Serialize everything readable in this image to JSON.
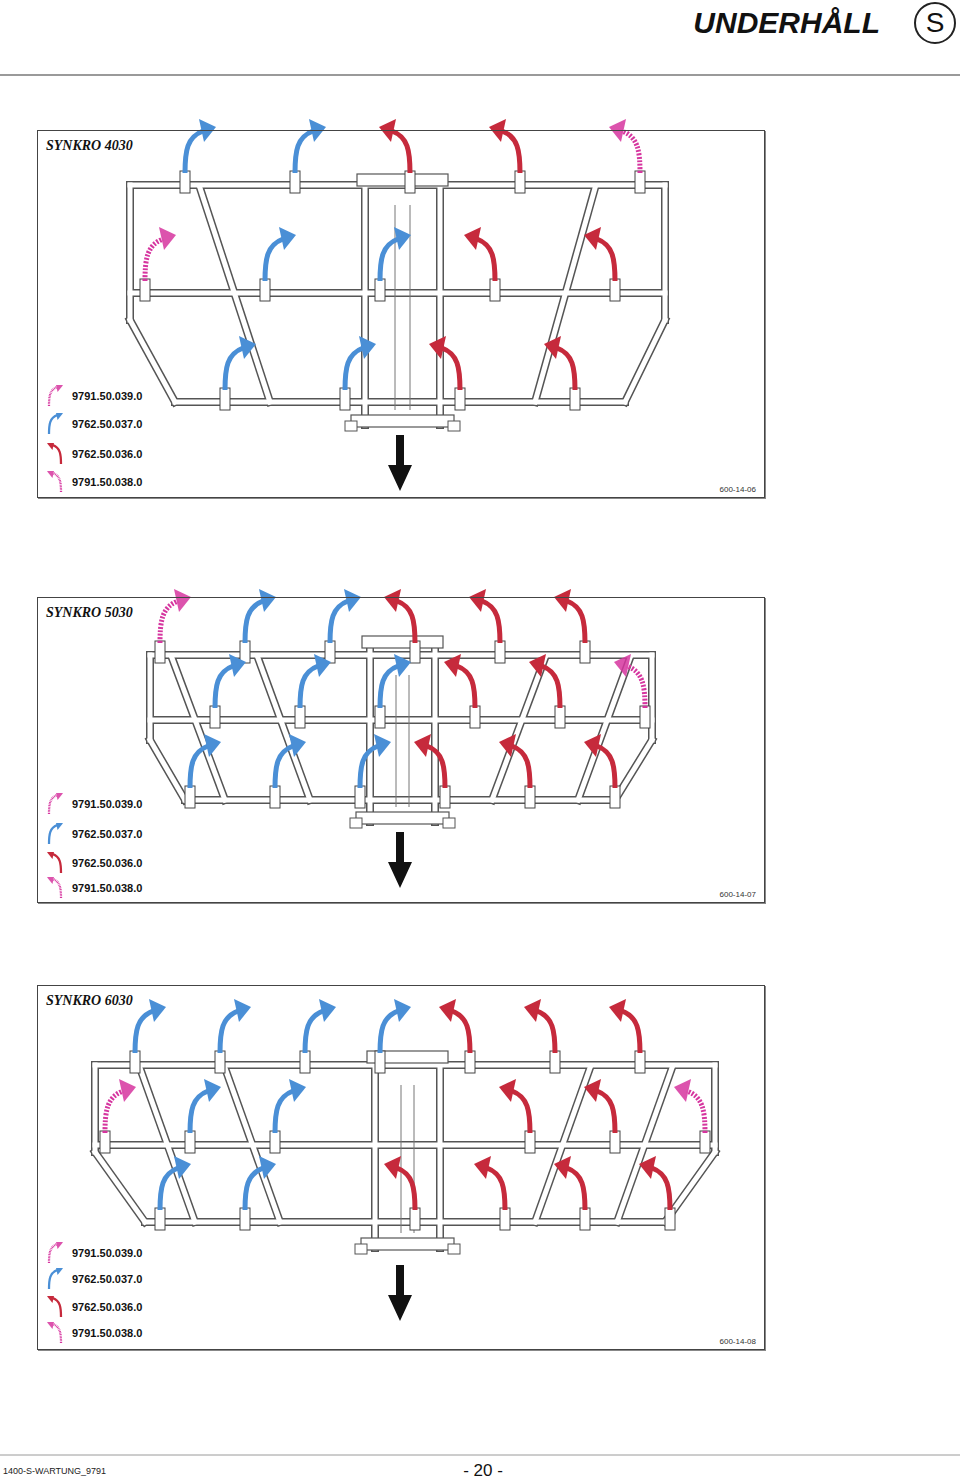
{
  "diagram": {
    "title": "UNDERHÅLL",
    "nodes": [
      {
        "text": [
          "SYNKRO 4030",
          "600-14-06"
        ]
      },
      {
        "text": [
          "SYNKRO 5030",
          "600-14-07"
        ]
      },
      {
        "text": [
          "SYNKRO 6030",
          "600-14-08"
        ]
      }
    ],
    "labels": [
      "S",
      "1400-S-WARTUNG_9791",
      "- 20 -"
    ],
    "legend": [
      {
        "text": "9791.50.039.0"
      },
      {
        "text": "9762.50.037.0"
      },
      {
        "text": "9762.50.036.0"
      },
      {
        "text": "9791.50.038.0"
      },
      {
        "text": "9791.50.039.0"
      },
      {
        "text": "9762.50.037.0"
      },
      {
        "text": "9762.50.036.0"
      },
      {
        "text": "9791.50.038.0"
      },
      {
        "text": "9791.50.039.0"
      },
      {
        "text": "9762.50.037.0"
      },
      {
        "text": "9762.50.036.0"
      },
      {
        "text": "9791.50.038.0"
      }
    ]
  }
}
